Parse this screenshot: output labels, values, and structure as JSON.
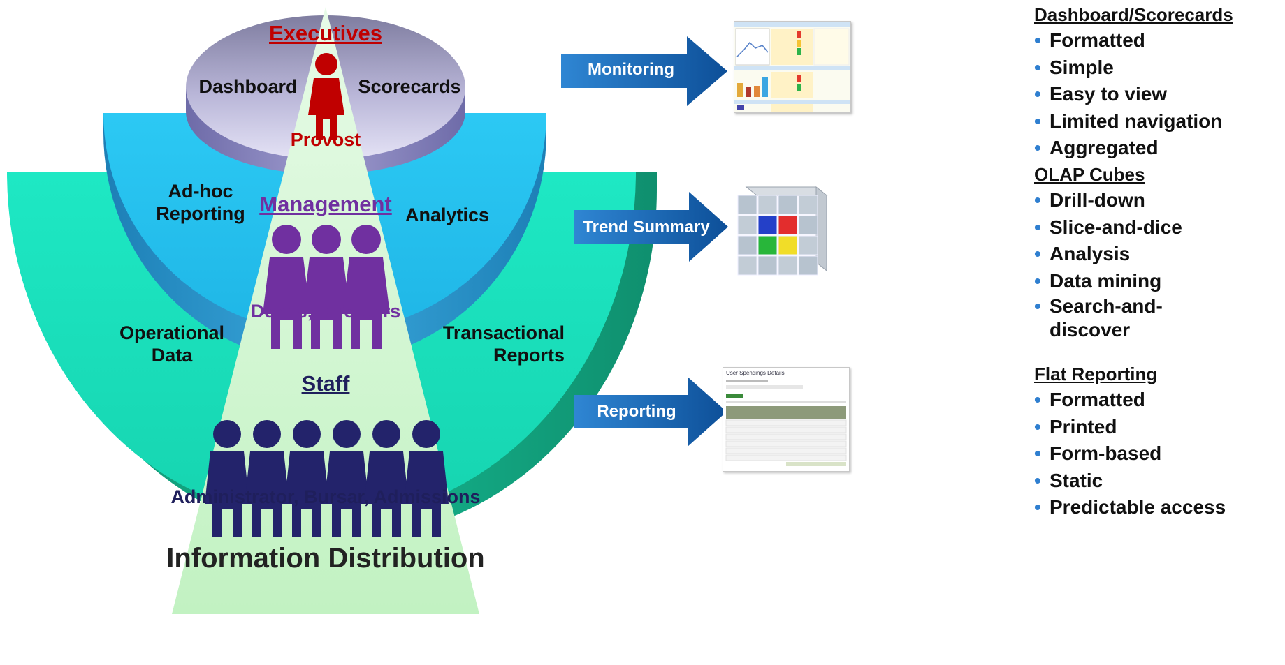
{
  "diagram": {
    "title": "Information Distribution",
    "tiers": {
      "executives": {
        "title": "Executives",
        "subtitle": "Provost",
        "left_label": "Dashboard",
        "right_label": "Scorecards",
        "color": "#c00000"
      },
      "management": {
        "title": "Management",
        "subtitle": "Deans, Directors",
        "left_label": "Ad-hoc\nReporting",
        "right_label": "Analytics",
        "color": "#7030a0"
      },
      "staff": {
        "title": "Staff",
        "subtitle": "Administrator, Bursar, Admissions",
        "left_label": "Operational\nData",
        "right_label": "Transactional\nReports",
        "color": "#1f1f5c"
      }
    },
    "arrows": [
      {
        "label": "Monitoring"
      },
      {
        "label": "Trend Summary"
      },
      {
        "label": "Reporting"
      }
    ],
    "panels": [
      {
        "title": "Dashboard/Scorecards",
        "items": [
          "Formatted",
          "Simple",
          "Easy to view",
          "Limited navigation",
          "Aggregated"
        ]
      },
      {
        "title": "OLAP Cubes",
        "items": [
          "Drill-down",
          "Slice-and-dice",
          "Analysis",
          "Data mining",
          "Search-and-\ndiscover"
        ]
      },
      {
        "title": "Flat Reporting",
        "items": [
          "Formatted",
          "Printed",
          "Form-based",
          "Static",
          "Predictable access"
        ]
      }
    ],
    "report_thumbnail": {
      "title": "User Spendings Details"
    },
    "colors": {
      "disk_top": "#bdb9e0",
      "disk_mid": "#29c6f0",
      "disk_bottom": "#1de6c1",
      "triangle": "#c9f5c9",
      "arrow": "#1767b7"
    }
  }
}
